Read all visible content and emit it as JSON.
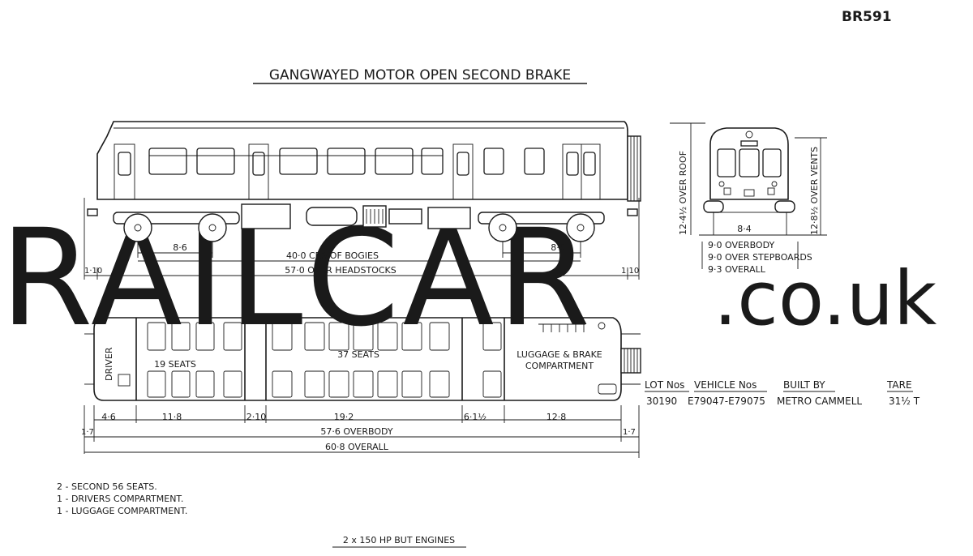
{
  "ref": "BR591",
  "title": "GANGWAYED MOTOR OPEN SECOND BRAKE",
  "watermark": {
    "main": "RAILCAR",
    "suffix": ".co.uk"
  },
  "side_dims": {
    "bogie_wheelbase": "8·6",
    "crs_of_bogies": "40·0  CRS OF BOGIES",
    "over_headstocks": "57·0  OVER HEADSTOCKS",
    "end_left": "1·10",
    "end_right": "1·10"
  },
  "end_dims": {
    "over_roof": "12·4½ OVER ROOF",
    "over_vents": "12·8½ OVER VENTS",
    "inner_width": "8·4",
    "overbody": "9·0  OVERBODY",
    "over_stepboards": "9·0  OVER STEPBOARDS",
    "overall": "9·3  OVERALL"
  },
  "plan_labels": {
    "driver": "DRIVER",
    "seats_a": "19  SEATS",
    "seats_b": "37  SEATS",
    "luggage": [
      "LUGGAGE & BRAKE",
      "COMPARTMENT"
    ]
  },
  "plan_dims": {
    "segments": [
      "4·6",
      "11·8",
      "2·10",
      "19·2",
      "6·1½",
      "12·8"
    ],
    "end_left": "1·7",
    "end_right": "1·7",
    "overbody": "57·6  OVERBODY",
    "overall": "60·8  OVERALL"
  },
  "table": {
    "headers": [
      "LOT Nos",
      "VEHICLE Nos",
      "BUILT  BY",
      "TARE"
    ],
    "row": [
      "30190",
      "E79047-E79075",
      "METRO CAMMELL",
      "31½ T"
    ]
  },
  "notes": [
    "2 - SECOND 56 SEATS.",
    "1 - DRIVERS COMPARTMENT.",
    "1 - LUGGAGE COMPARTMENT."
  ],
  "engines": "2 x 150 HP  BUT  ENGINES"
}
